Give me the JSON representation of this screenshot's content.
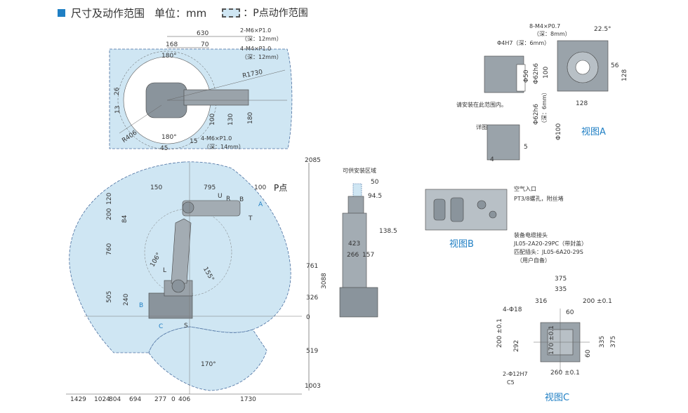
{
  "header": {
    "title": "尺寸及动作范围",
    "unit_label": "单位：mm",
    "legend_label": "：P点动作范围"
  },
  "colors": {
    "area_fill": "#cfe6f3",
    "accent_blue": "#1f7fc4",
    "robot_gray": "#8a949c",
    "line": "#555555"
  },
  "top_view": {
    "dims": [
      "630",
      "168",
      "70",
      "180°",
      "26",
      "13",
      "R406",
      "180°",
      "45",
      "15",
      "R1730",
      "100",
      "130",
      "180"
    ],
    "notes": [
      "2-M6×P1.0",
      "（深：12mm）",
      "4-M4×P1.0",
      "（深：12mm）",
      "4-M6×P1.0",
      "（深：14mm）"
    ]
  },
  "side_view": {
    "dims_top": [
      "150",
      "795",
      "100"
    ],
    "p_label": "P点",
    "axis_labels": [
      "U",
      "R",
      "B",
      "T",
      "A",
      "L",
      "S",
      "B",
      "C"
    ],
    "dims_left": [
      "120",
      "200",
      "84",
      "760",
      "505",
      "240"
    ],
    "angles": [
      "106°",
      "155°",
      "170°"
    ],
    "dims_right": [
      "2085",
      "761",
      "326",
      "0",
      "519",
      "1003",
      "3088"
    ],
    "dims_bottom": [
      "1429",
      "1024",
      "804",
      "694",
      "277",
      "0",
      "406",
      "1730"
    ]
  },
  "front_view": {
    "title": "可供安装区域",
    "dims": [
      "50",
      "94.5",
      "138.5",
      "423",
      "266",
      "157"
    ]
  },
  "view_a": {
    "label": "视图A",
    "notes": [
      "8-M4×P0.7",
      "（深：8mm）",
      "Φ4H7（深：6mm）",
      "请安装在此范围内。",
      "详图"
    ],
    "dims": [
      "22.5°",
      "56",
      "128",
      "128",
      "Φ50",
      "Φ62h6",
      "100",
      "Φ62h6",
      "（深：6mm）",
      "Φ100",
      "5",
      "4"
    ]
  },
  "view_b": {
    "label": "视图B",
    "notes": [
      "空气入口",
      "PT3/8螺孔，附丝堵",
      "装备电缆接头",
      "JL05-2A20-29PC（带封盖）",
      "匹配插头：JL05-6A20-29S",
      "（用户自备）"
    ]
  },
  "view_c": {
    "label": "视图C",
    "dims": [
      "375",
      "335",
      "316",
      "200 ±0.1",
      "60",
      "4-Φ18",
      "200 ±0.1",
      "292",
      "170 ±0.1",
      "60",
      "335",
      "375",
      "260 ±0.1"
    ],
    "notes": [
      "2-Φ12H7",
      "C5"
    ]
  }
}
